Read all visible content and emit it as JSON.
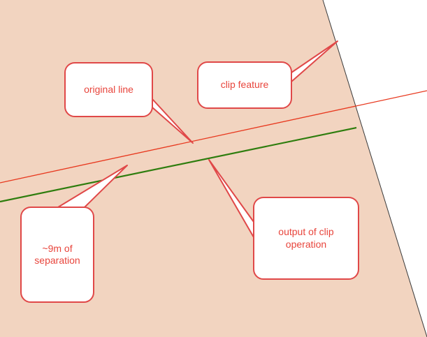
{
  "colors": {
    "clip_polygon_fill": "#f2d4c0",
    "clip_polygon_edge": "#3a3a3a",
    "original_line": "#e8381e",
    "clip_output_line": "#2e7d0e",
    "callout_border": "#e04848",
    "callout_fill": "#ffffff",
    "callout_text": "#e8453c"
  },
  "callouts": {
    "original_line": "original line",
    "clip_feature": "clip feature",
    "separation": "~9m of\nseparation",
    "clip_output": "output of clip\noperation"
  }
}
